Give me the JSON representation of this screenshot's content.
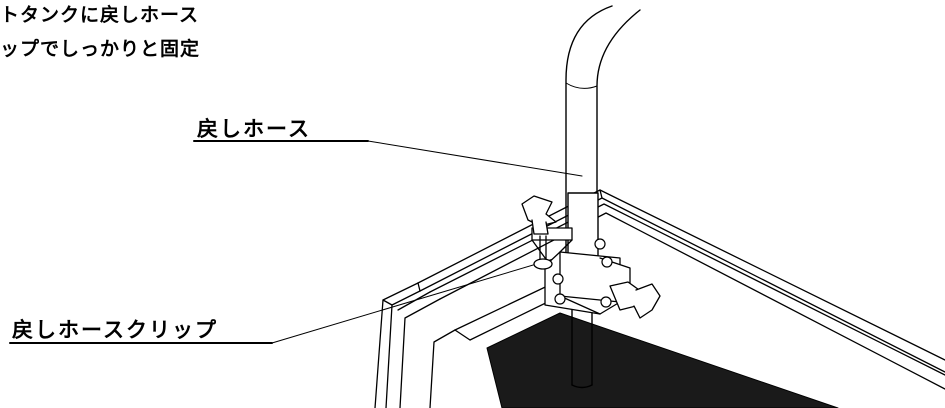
{
  "instructions": {
    "line1": "トタンクに戻しホース",
    "line2": "ップでしっかりと固定"
  },
  "labels": {
    "return_hose": "戻しホース",
    "return_hose_clip": "戻しホースクリップ"
  }
}
